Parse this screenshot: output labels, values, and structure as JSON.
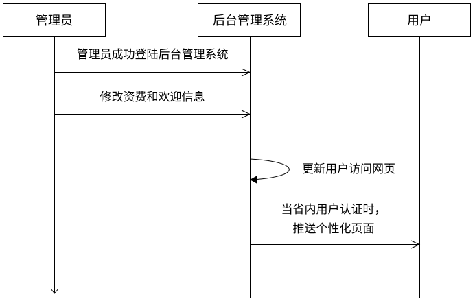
{
  "actors": {
    "admin": "管理员",
    "backend": "后台管理系统",
    "user": "用户"
  },
  "messages": {
    "login": "管理员成功登陆后台管理系统",
    "modify": "修改资费和欢迎信息",
    "update": "更新用户访问网页",
    "push_line1": "当省内用户认证时，",
    "push_line2": "推送个性化页面"
  }
}
